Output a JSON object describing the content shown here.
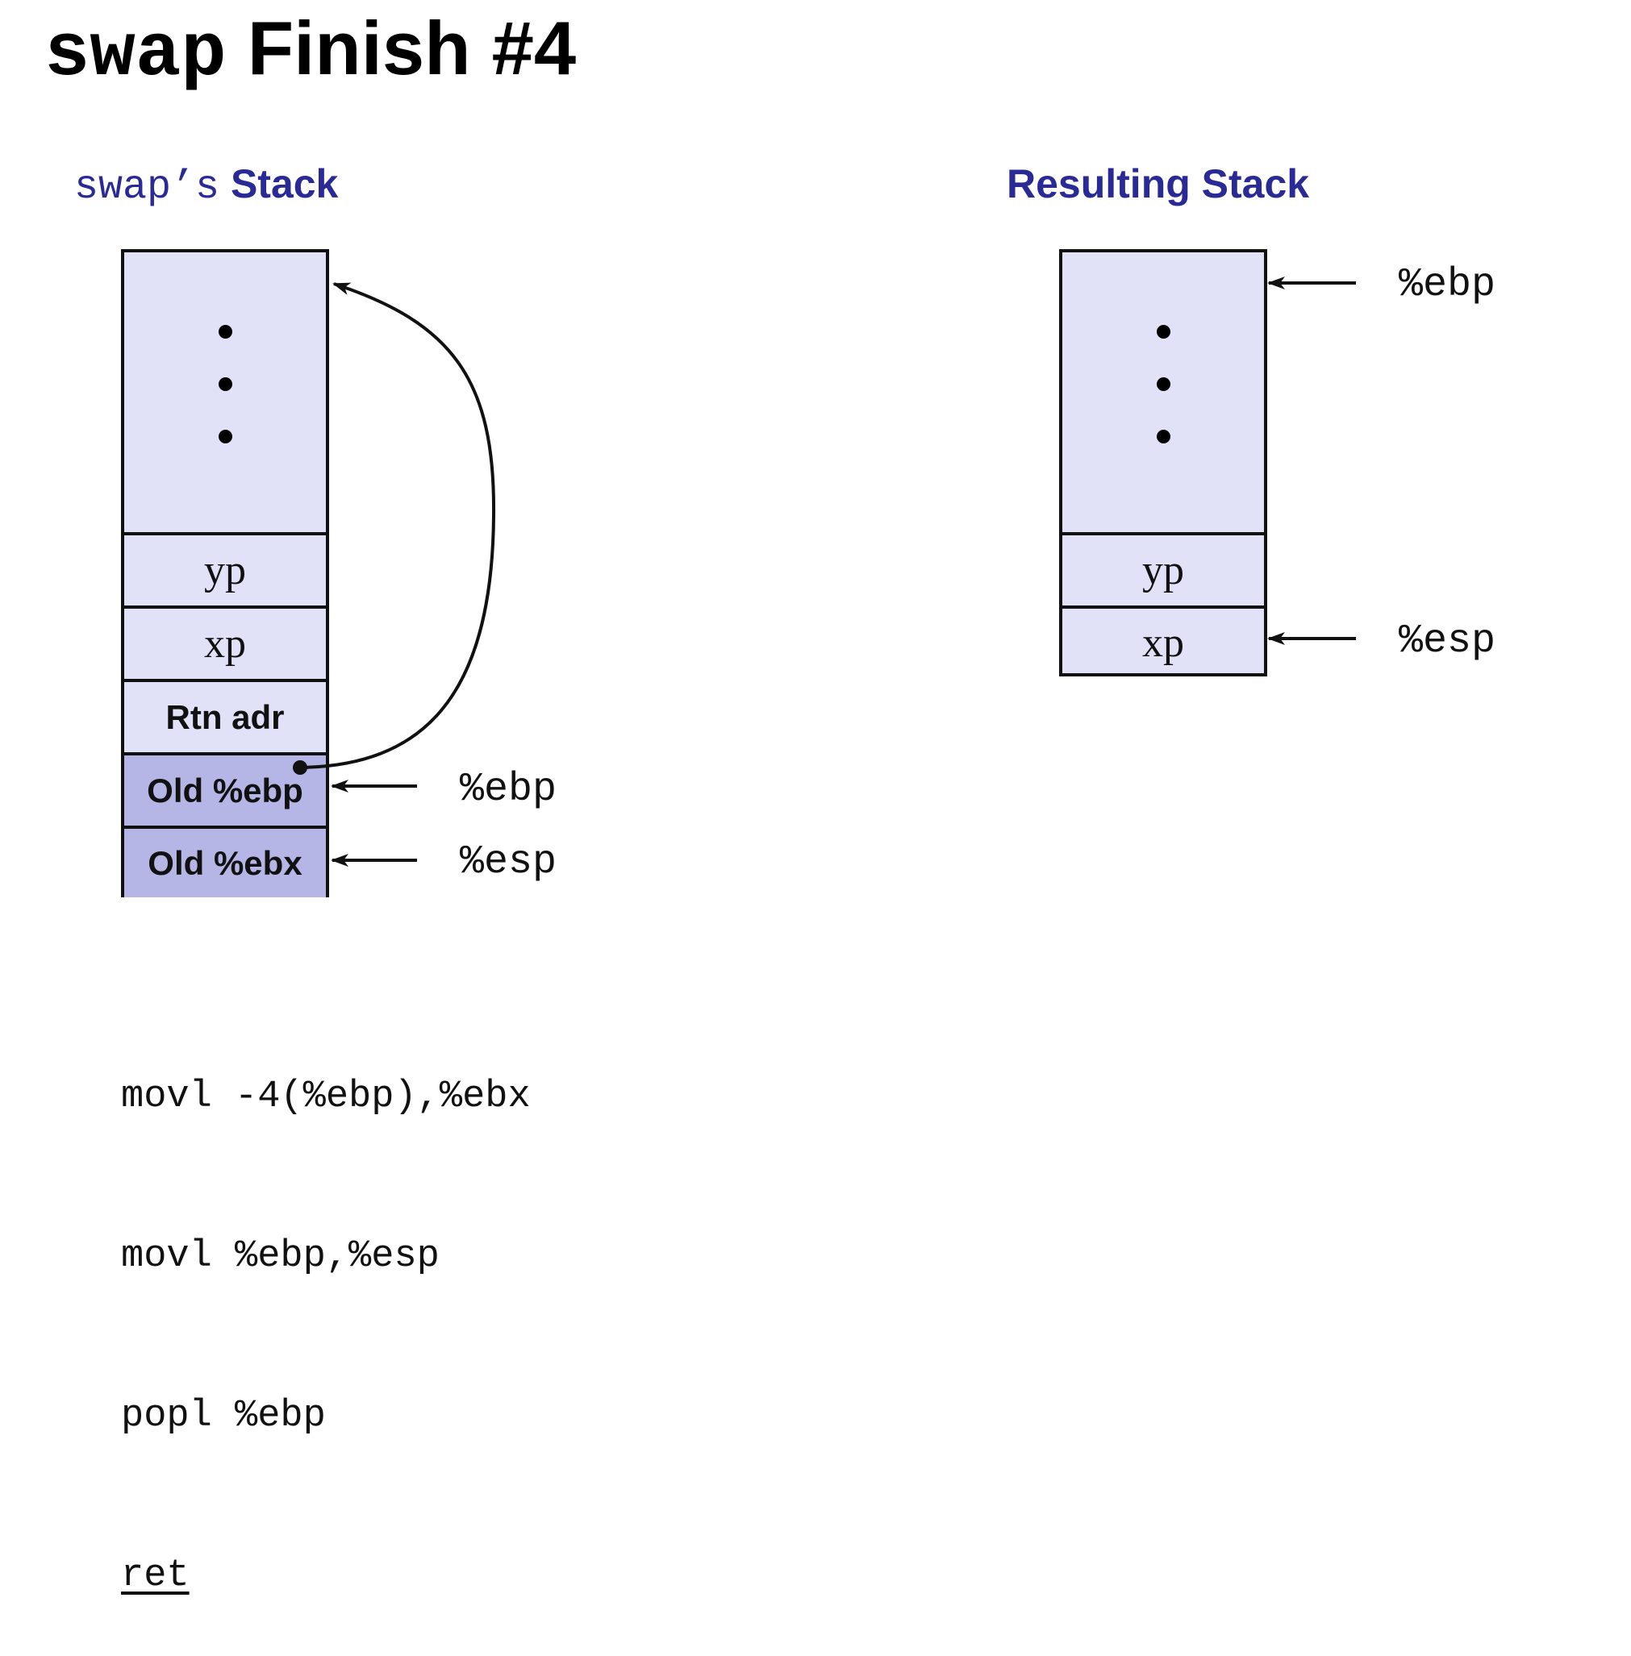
{
  "title": {
    "mono_part": "swap",
    "text_part": "Finish #4"
  },
  "left_stack": {
    "heading_mono": "swap’s",
    "heading_text": "Stack",
    "cells": {
      "yp": "yp",
      "xp": "xp",
      "rtn": "Rtn adr",
      "old_ebp": "Old %ebp",
      "old_ebx": "Old %ebx"
    },
    "ebp_label": "%ebp",
    "esp_label": "%esp"
  },
  "right_stack": {
    "heading": "Resulting Stack",
    "cells": {
      "yp": "yp",
      "xp": "xp"
    },
    "ebp_label": "%ebp",
    "esp_label": "%esp"
  },
  "code": {
    "line1": "movl -4(%ebp),%ebx",
    "line2": "movl %ebp,%esp",
    "line3": "popl %ebp",
    "line4": "ret"
  },
  "colors": {
    "heading": "#2a2a96",
    "cell_light": "#e1e1f7",
    "cell_dark": "#b5b5e6"
  }
}
